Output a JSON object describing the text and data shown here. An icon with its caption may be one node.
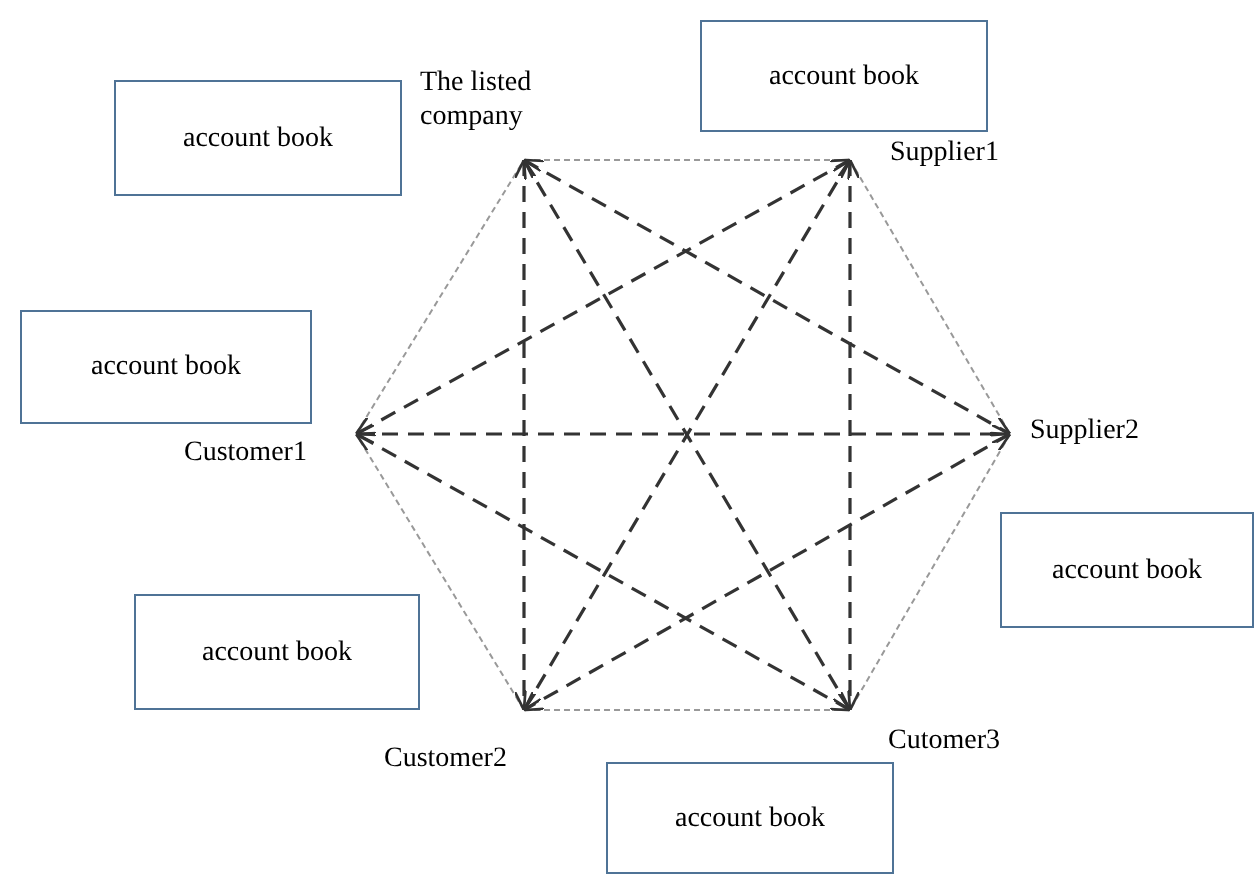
{
  "diagram": {
    "nodes": [
      {
        "text": [
          "account book"
        ]
      },
      {
        "text": [
          "The listed company"
        ]
      },
      {
        "text": [
          "account book"
        ]
      },
      {
        "text": [
          "Supplier1"
        ]
      },
      {
        "text": [
          "account book"
        ]
      },
      {
        "text": [
          "Customer1"
        ]
      },
      {
        "text": [
          "Supplier2"
        ]
      },
      {
        "text": [
          "account book"
        ]
      },
      {
        "text": [
          "account book"
        ]
      },
      {
        "text": [
          "Customer2"
        ]
      },
      {
        "text": [
          "Cutomer3"
        ]
      },
      {
        "text": [
          "account book"
        ]
      }
    ],
    "edges": [
      {
        "from": 1,
        "to": 3,
        "arrow": "none",
        "style": "dashed",
        "color": "#999999"
      },
      {
        "from": 3,
        "to": 6,
        "arrow": "none",
        "style": "dashed",
        "color": "#999999"
      },
      {
        "from": 6,
        "to": 10,
        "arrow": "none",
        "style": "dashed",
        "color": "#999999"
      },
      {
        "from": 10,
        "to": 9,
        "arrow": "none",
        "style": "dashed",
        "color": "#999999"
      },
      {
        "from": 9,
        "to": 5,
        "arrow": "none",
        "style": "dashed",
        "color": "#999999"
      },
      {
        "from": 5,
        "to": 1,
        "arrow": "none",
        "style": "dashed",
        "color": "#999999"
      },
      {
        "from": 1,
        "to": 6,
        "arrow": "both",
        "style": "dashed"
      },
      {
        "from": 1,
        "to": 10,
        "arrow": "both",
        "style": "dashed"
      },
      {
        "from": 1,
        "to": 9,
        "arrow": "both",
        "style": "dashed"
      },
      {
        "from": 3,
        "to": 10,
        "arrow": "both",
        "style": "dashed"
      },
      {
        "from": 3,
        "to": 9,
        "arrow": "both",
        "style": "dashed"
      },
      {
        "from": 3,
        "to": 5,
        "arrow": "both",
        "style": "dashed"
      },
      {
        "from": 5,
        "to": 6,
        "arrow": "both",
        "style": "dashed"
      },
      {
        "from": 6,
        "to": 9,
        "arrow": "both",
        "style": "dashed"
      },
      {
        "from": 10,
        "to": 5,
        "arrow": "both",
        "style": "dashed"
      }
    ]
  }
}
